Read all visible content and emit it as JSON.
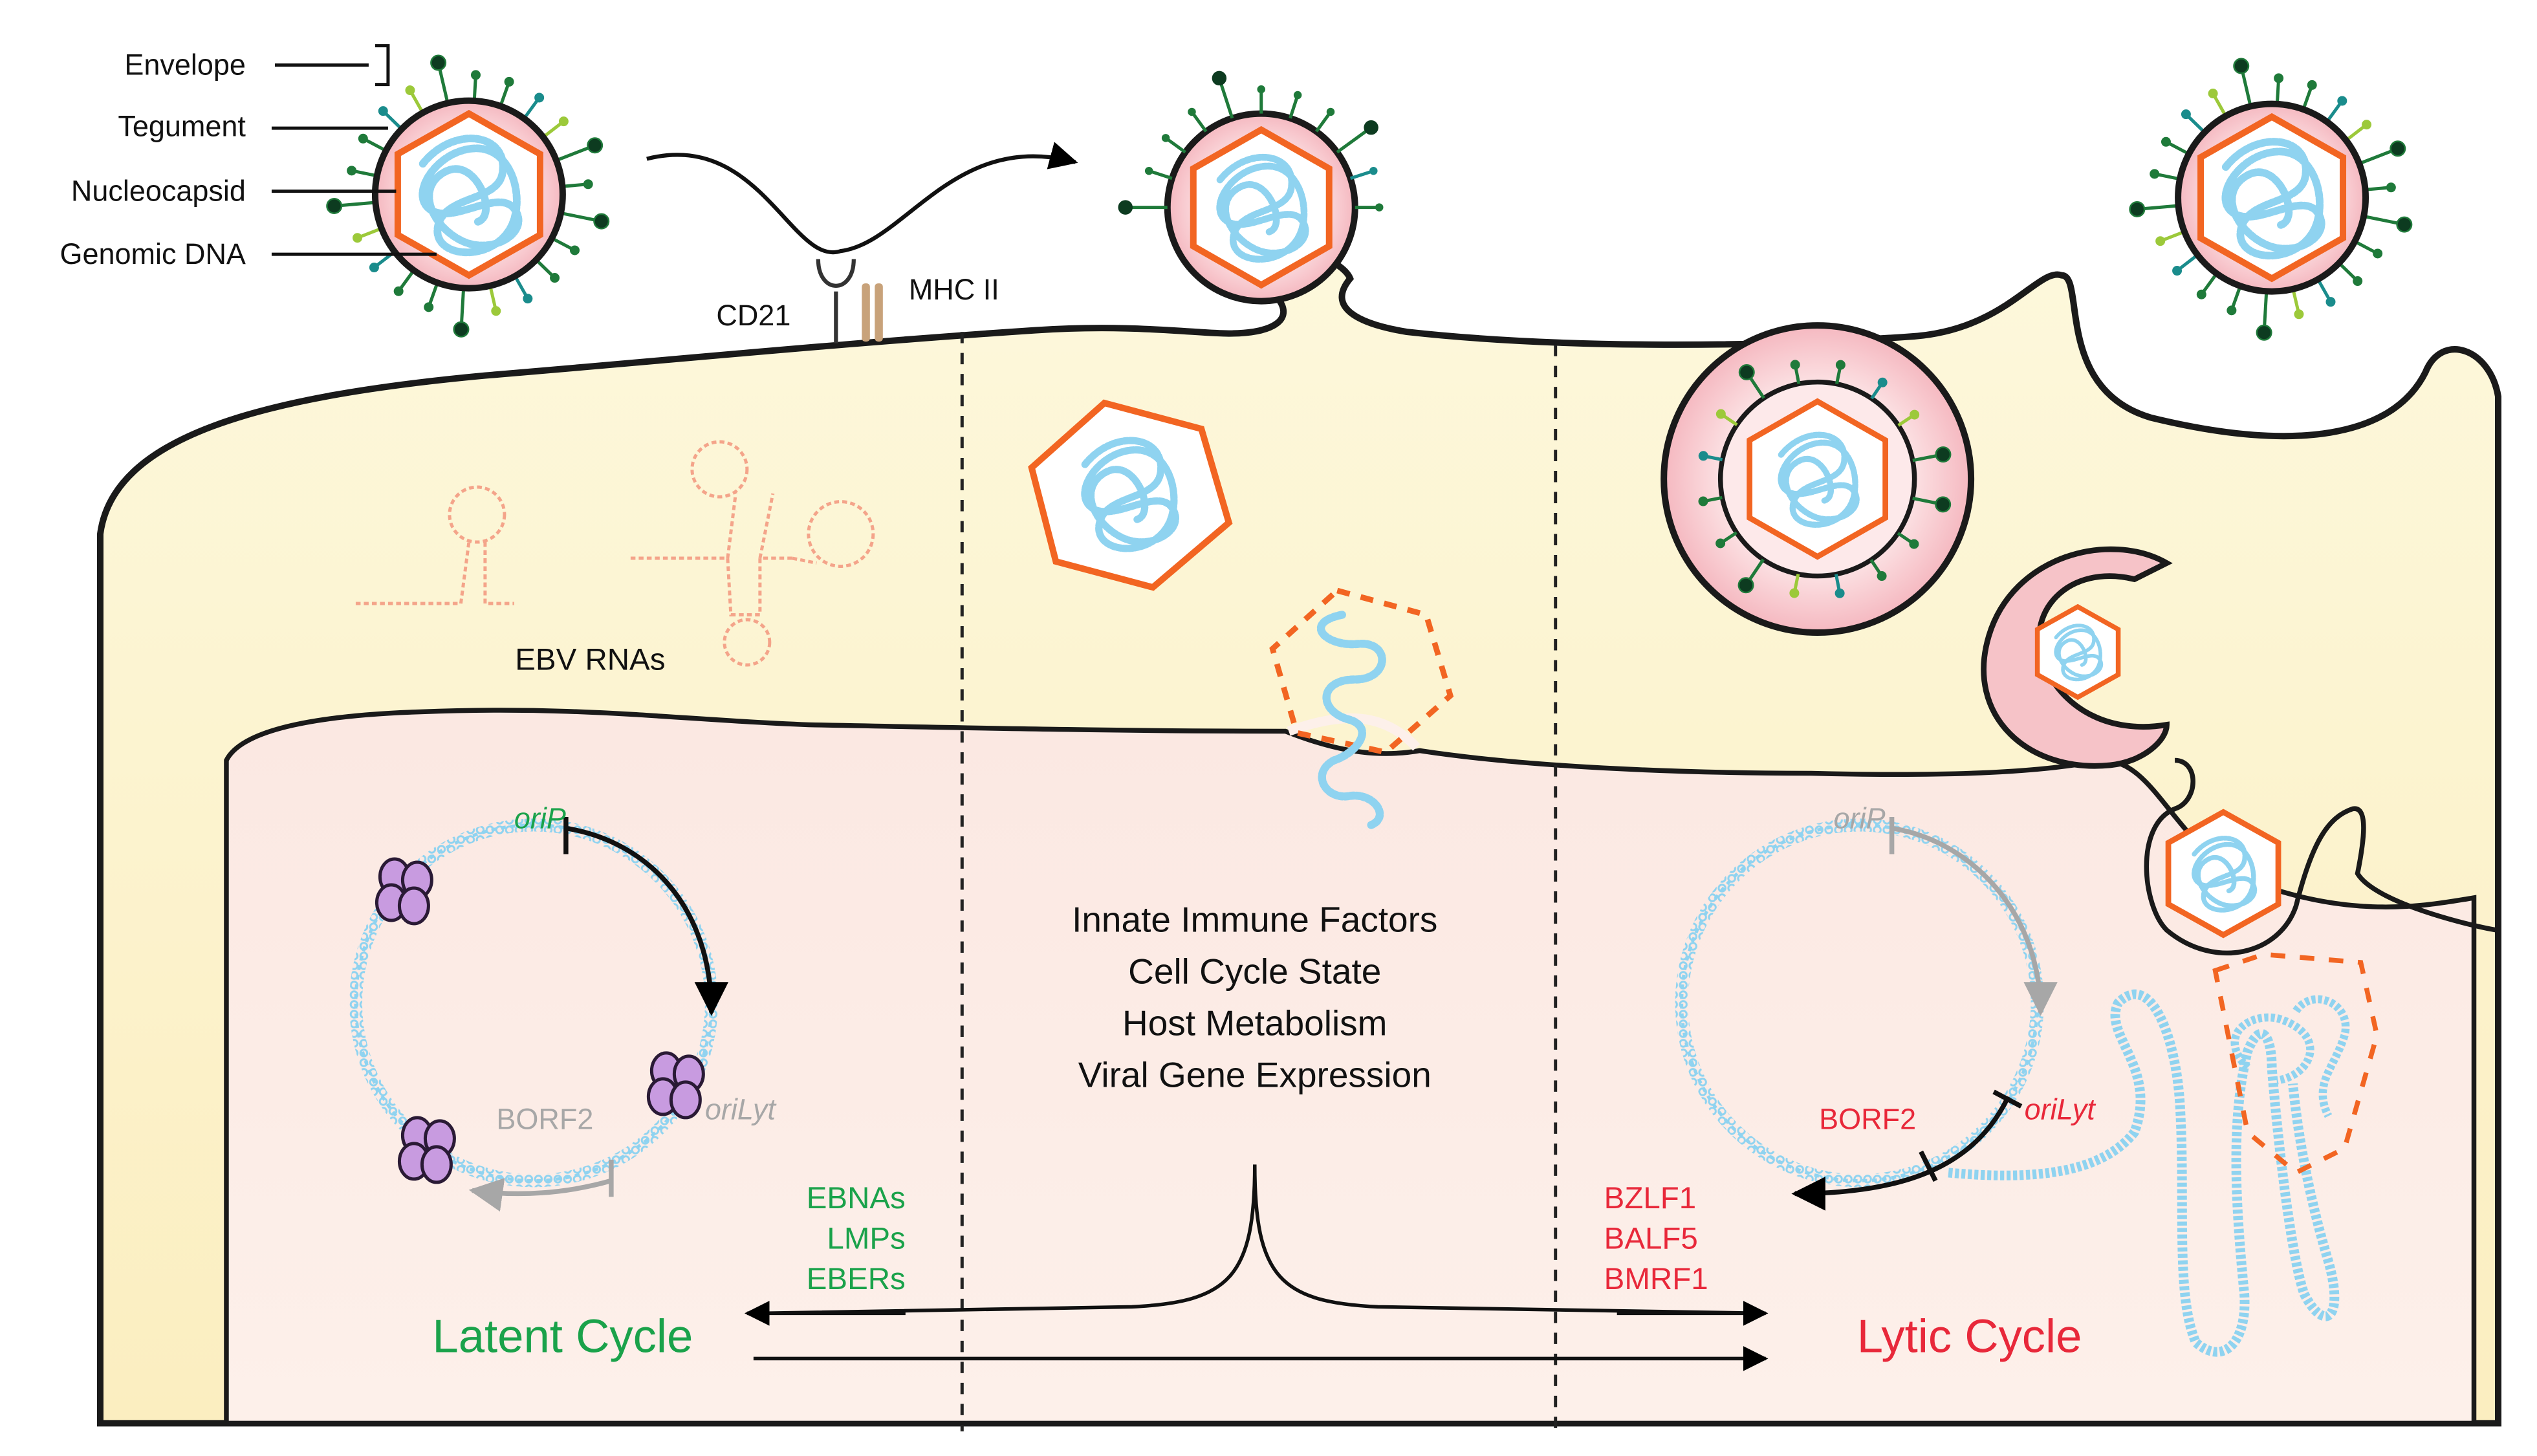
{
  "labels": {
    "envelope": "Envelope",
    "tegument": "Tegument",
    "nucleocapsid": "Nucleocapsid",
    "genomic_dna": "Genomic DNA",
    "cd21": "CD21",
    "mhc_ii": "MHC II",
    "ebv_rnas": "EBV RNAs"
  },
  "factors": [
    "Innate Immune Factors",
    "Cell Cycle State",
    "Host Metabolism",
    "Viral Gene Expression"
  ],
  "latent": {
    "title": "Latent Cycle",
    "genes": [
      "EBNAs",
      "LMPs",
      "EBERs"
    ],
    "orip": "oriP",
    "borf2": "BORF2",
    "orilyt": "oriLyt"
  },
  "lytic": {
    "title": "Lytic Cycle",
    "genes": [
      "BZLF1",
      "BALF5",
      "BMRF1"
    ],
    "orip": "oriP",
    "borf2": "BORF2",
    "orilyt": "oriLyt"
  },
  "colors": {
    "latent_green": "#1aa24a",
    "lytic_red": "#e8283a",
    "capsid_orange": "#f26522",
    "dna_blue": "#8fd3f0",
    "cytoplasm": "#fdf7d6",
    "nucleus": "#fbe6e0",
    "tegument_pink": "#f6c3c8",
    "glycoprotein_green": "#1f7a3a",
    "glycoprotein_teal": "#1a8c8c",
    "glycoprotein_lime": "#9cc93a",
    "grey": "#a7a7a7"
  }
}
